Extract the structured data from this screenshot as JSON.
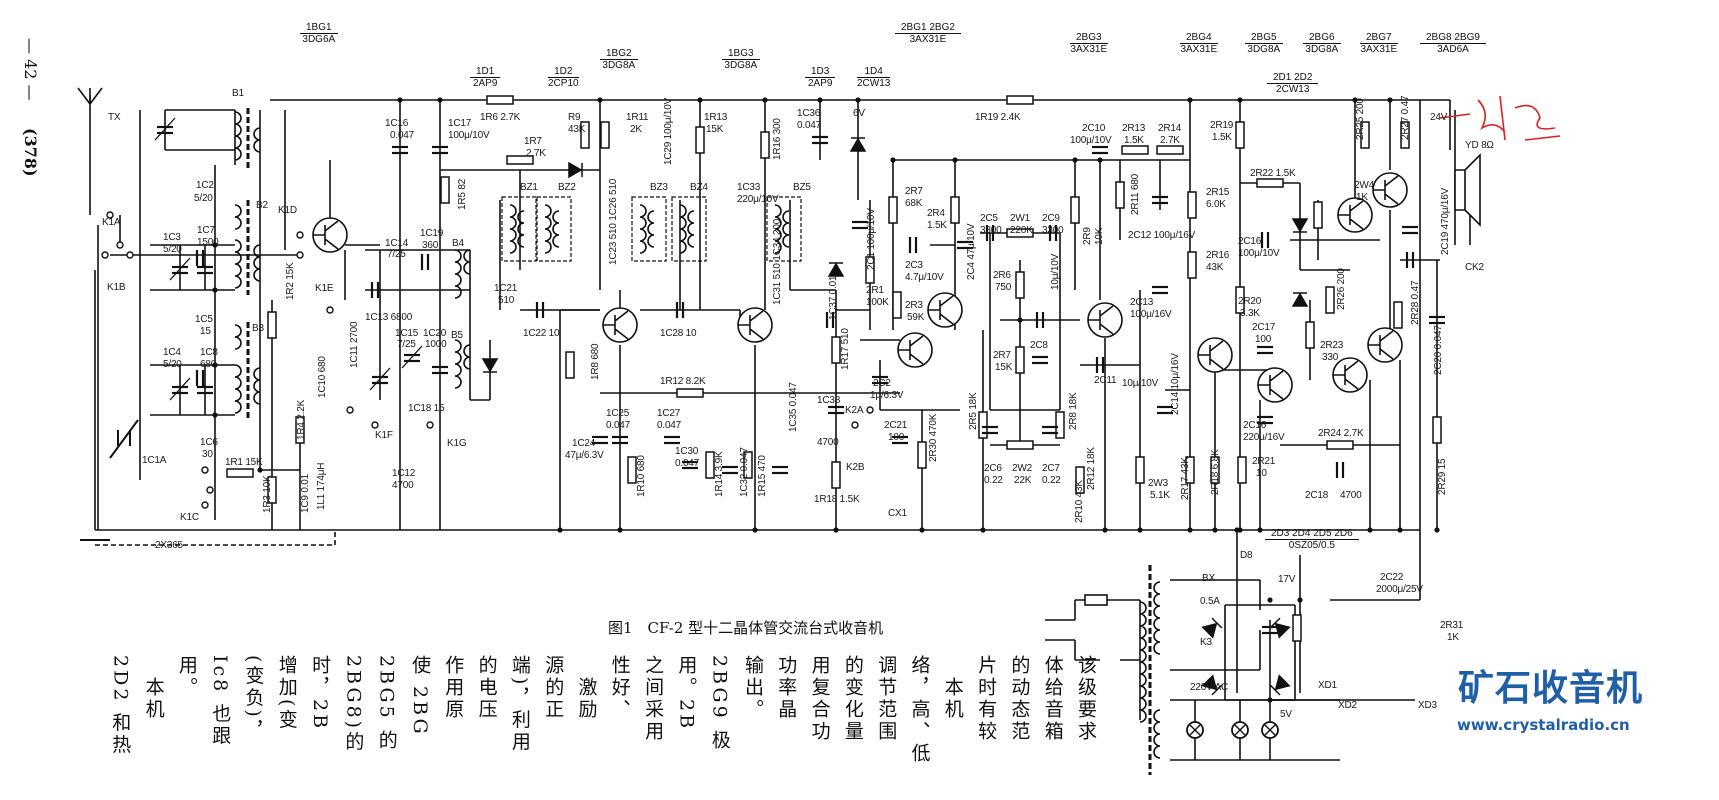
{
  "page": {
    "number": "— 42 —",
    "ref": "(378)"
  },
  "caption": "图1　CF-2 型十二晶体管交流台式收音机",
  "parts": [
    {
      "ref": "1BG1",
      "type": "3DG6A"
    },
    {
      "ref": "1BG2",
      "type": "3DG8A"
    },
    {
      "ref": "1BG3",
      "type": "3DG8A"
    },
    {
      "ref": "2BG1 2BG2",
      "type": "3AX31E"
    },
    {
      "ref": "2BG3",
      "type": "3AX31E"
    },
    {
      "ref": "2BG4",
      "type": "3AX31E"
    },
    {
      "ref": "2BG5",
      "type": "3DG8A"
    },
    {
      "ref": "2BG6",
      "type": "3DG8A"
    },
    {
      "ref": "2BG7",
      "type": "3AX31E"
    },
    {
      "ref": "2BG8 2BG9",
      "type": "3AD6A"
    },
    {
      "ref": "1D1",
      "type": "2AP9"
    },
    {
      "ref": "1D2",
      "type": "2CP10"
    },
    {
      "ref": "1D3",
      "type": "2AP9"
    },
    {
      "ref": "1D4",
      "type": "2CW13"
    },
    {
      "ref": "2D1 2D2",
      "type": "2CW13"
    },
    {
      "ref": "2D3 2D4 2D5 2D6",
      "type": "0SZ05/0.5"
    }
  ],
  "labels": [
    "TX",
    "B1",
    "1C2",
    "5/20",
    "B2",
    "K1A",
    "1C3",
    "5/20",
    "1C7",
    "1500",
    "K1B",
    "1C5",
    "15",
    "B3",
    "1C4",
    "5/20",
    "1C8",
    "680",
    "1C6",
    "30",
    "1C1A",
    "1R1 15K",
    "K1C",
    "1R3 10K",
    "1C9 0.01",
    "2X365",
    "K1D",
    "K1E",
    "1R2 15K",
    "1C14",
    "7/25",
    "1C19",
    "360",
    "B4",
    "1C13 6800",
    "1C15",
    "7/25",
    "1C20",
    "1000",
    "B5",
    "1C11 2700",
    "1C10 680",
    "1R4 2.2K",
    "1C18 15",
    "K1F",
    "K1G",
    "1C12",
    "4700",
    "1L1 174μH",
    "1C16",
    "0.047",
    "1C17",
    "100μ/10V",
    "1R6 2.7K",
    "1R5 82",
    "1R7",
    "2.7K",
    "R9",
    "43K",
    "1R11",
    "2K",
    "1C29 100μ/10V",
    "1R13",
    "15K",
    "1R16 300",
    "1C36",
    "0.047",
    "6V",
    "BZ1",
    "BZ2",
    "BZ3",
    "BZ4",
    "BZ5",
    "1C21",
    "510",
    "1C22 10",
    "1C23 510 1C26 510",
    "1C33",
    "220μ/10V",
    "1C31 510 1C34 200",
    "1C28 10",
    "1R8 680",
    "1R12 8.2K",
    "1C37 0.01",
    "1R17 510",
    "1C24",
    "47μ/6.3V",
    "1C25",
    "0.047",
    "1C27",
    "0.047",
    "1C30",
    "0.047",
    "1R10 680",
    "1R14 3.9K",
    "1C32 0.047",
    "1R15 470",
    "1C35 0.047",
    "1C38",
    "4700",
    "K2A",
    "2C21",
    "100",
    "K2B",
    "1R18 1.5K",
    "CX1",
    "2R30 470K",
    "1R19 2.4K",
    "2R7",
    "68K",
    "2R4",
    "1.5K",
    "2C1 100μ/10V",
    "2C3",
    "4.7μ/10V",
    "2R1",
    "100K",
    "2R3",
    "59K",
    "2C4 47μ/10V",
    "2C2",
    "1μ/6.3V",
    "2R5 18K",
    "2C5",
    "3300",
    "2W1",
    "220K",
    "2C9",
    "3300",
    "2R6",
    "750",
    "10μ/10V",
    "2R7",
    "15K",
    "2C8",
    "2C6",
    "0.22",
    "2W2",
    "22K",
    "2C7",
    "0.22",
    "2R9",
    "10K",
    "2C10",
    "100μ/10V",
    "2R13",
    "1.5K",
    "2R14",
    "2.7K",
    "2R11 680",
    "2C12 100μ/16V",
    "2R8 18K",
    "2C11",
    "10μ/10V",
    "2R12 18K",
    "2R10 43K",
    "2C13",
    "100μ/16V",
    "2C14 10μ/16V",
    "2W3",
    "5.1K",
    "2R17 43K",
    "2R18 6.8K",
    "2R19",
    "1.5K",
    "2R15",
    "6.0K",
    "2R16",
    "43K",
    "2R20",
    "3.3K",
    "2R21",
    "10",
    "2R22 1.5K",
    "2C16",
    "100μ/10V",
    "2C17",
    "100",
    "2C16",
    "220μ/16V",
    "2W4",
    "1K",
    "2R23",
    "330",
    "2R26 200",
    "2R25 200",
    "2R27 0.47",
    "24V",
    "2C19 470μ/16V",
    "2R28 0.47",
    "2C20 0.047",
    "2R24 2.7K",
    "2C18",
    "4700",
    "2R29 15",
    "YD 8Ω",
    "CK2",
    "D8",
    "BX",
    "0.5A",
    "K3",
    "17V",
    "2C22",
    "2000μ/25V",
    "2R31",
    "1K",
    "220V  AC",
    "XD1",
    "XD2",
    "XD3",
    "5V"
  ],
  "text_columns": [
    "该级要求",
    "体给音箱",
    "的动态范",
    "片时有较",
    "　本机",
    "络，高、低",
    "调节范围",
    "的变化量",
    "用复合功",
    "功率晶",
    "输出。",
    "2BG9 极",
    "用。2B",
    "之间采用",
    "性好、",
    "　激励",
    "源的正",
    "端)，利用",
    "的电压",
    "作用原",
    "使 2BG",
    "2BG5 的",
    "2BG8)的",
    "时，2B",
    "增加(变",
    "(变负)，",
    "Ic8 也跟",
    "用。",
    "　本机",
    "2D2 和热"
  ],
  "watermark": {
    "title": "矿石收音机",
    "url": "www.crystalradio.cn",
    "color": "#1f5fa8"
  },
  "colors": {
    "ink": "#111111",
    "annotation": "#e02020"
  }
}
